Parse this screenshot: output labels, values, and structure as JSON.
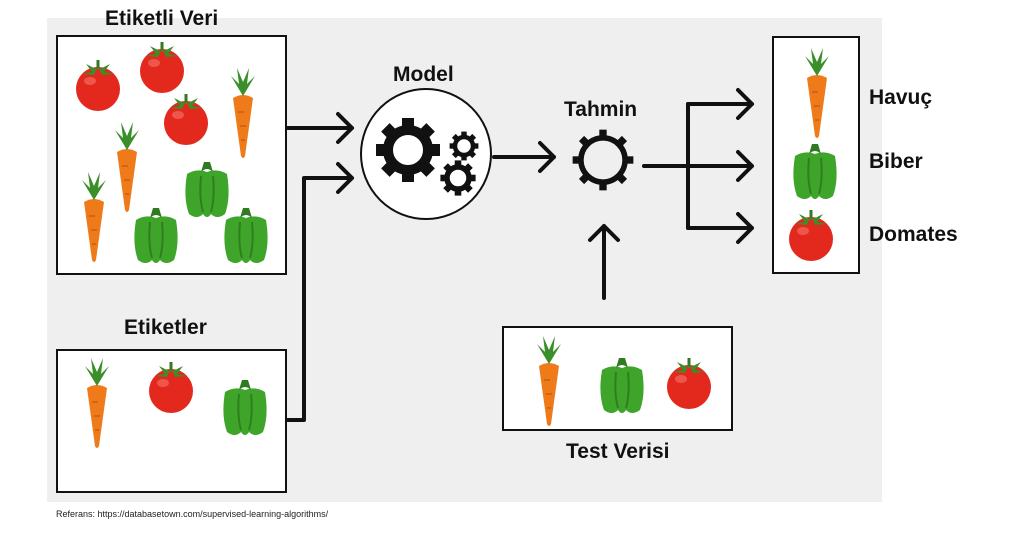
{
  "labels": {
    "labeled_data": "Etiketli Veri",
    "labels": "Etiketler",
    "model": "Model",
    "prediction": "Tahmin",
    "test_data": "Test Verisi"
  },
  "outputs": [
    "Havuç",
    "Biber",
    "Domates"
  ],
  "reference": "Referans: https://databasetown.com/supervised-learning-algorithms/",
  "colors": {
    "tomato": "#e3281e",
    "carrot": "#ef7a1a",
    "pepper": "#3fa42a",
    "leaf": "#3a8f2a",
    "background_panel": "#efefef",
    "arrow": "#111111"
  }
}
